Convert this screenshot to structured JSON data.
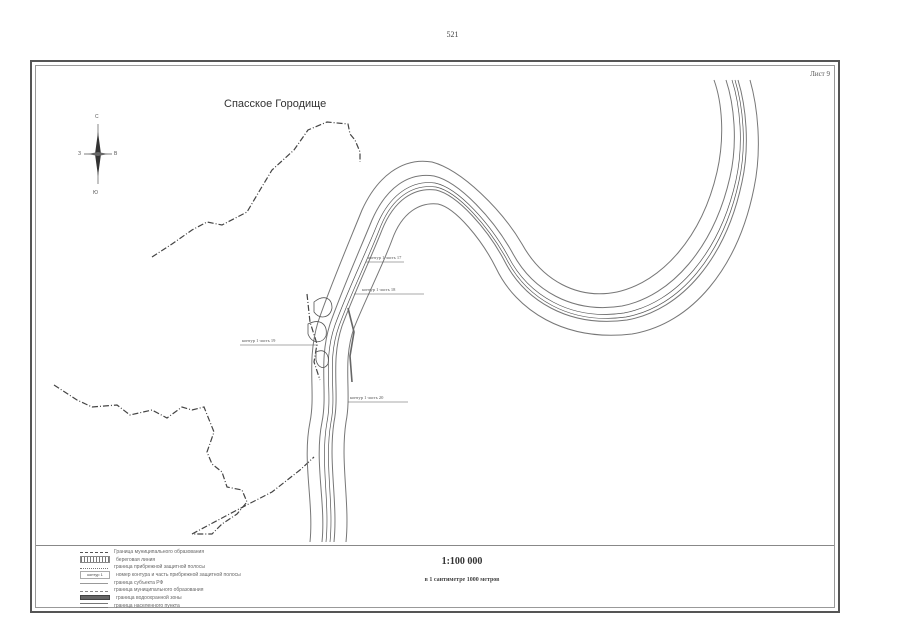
{
  "page_number": "521",
  "map": {
    "sheet_label": "Лист 9",
    "place_title": "Спасское Городище",
    "compass": {
      "icon": "compass-rose-icon",
      "north": "С",
      "west": "З",
      "east": "В",
      "south": "Ю"
    },
    "callouts": [
      {
        "id": "a",
        "label": "контур 1 часть 17"
      },
      {
        "id": "b",
        "label": "контур 1 часть 18"
      },
      {
        "id": "c",
        "label": "контур 1 часть 19"
      },
      {
        "id": "d",
        "label": "контур 1 часть 20"
      }
    ],
    "legend": [
      {
        "swatch": "sw-dashdot",
        "label": "Граница муниципального образования",
        "code": ""
      },
      {
        "swatch": "sw-hatch",
        "label": "береговая линия",
        "code": ""
      },
      {
        "swatch": "sw-dots",
        "label": "граница прибрежной защитной полосы",
        "code": ""
      },
      {
        "swatch": "sw-text",
        "label": "номер контура и часть прибрежной защитной полосы",
        "code": "контур 1"
      },
      {
        "swatch": "sw-thin",
        "label": "граница субъекта РФ",
        "code": ""
      },
      {
        "swatch": "sw-dash2",
        "label": "граница муниципального образования",
        "code": ""
      },
      {
        "swatch": "sw-solid",
        "label": "граница водоохранной зоны",
        "code": ""
      },
      {
        "swatch": "sw-lines",
        "label": "граница населенного пункта",
        "code": ""
      }
    ],
    "scale": {
      "ratio": "1:100 000",
      "description": "в 1 сантиметре 1000 метров"
    },
    "colors": {
      "frame": "#555555",
      "river_lines": "#777777",
      "boundary": "#444444"
    }
  }
}
